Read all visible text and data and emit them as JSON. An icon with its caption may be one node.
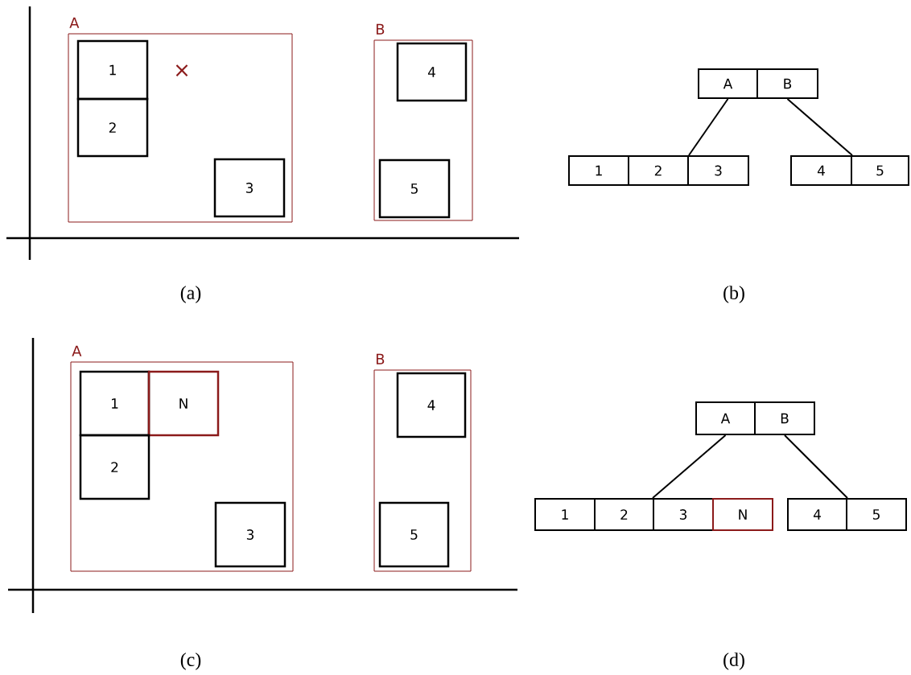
{
  "diagram": {
    "nodes": [
      {
        "text": [
          "A"
        ]
      },
      {
        "text": [
          "1"
        ],
        "in": 0
      },
      {
        "text": [
          "2"
        ],
        "in": 0
      },
      {
        "text": [
          "3"
        ],
        "in": 0
      },
      {
        "text": [
          "B"
        ]
      },
      {
        "text": [
          "4"
        ],
        "in": 4
      },
      {
        "text": [
          "5"
        ],
        "in": 4
      },
      {
        "text": [
          "A"
        ]
      },
      {
        "text": [
          "B"
        ]
      },
      {
        "text": [
          "1"
        ]
      },
      {
        "text": [
          "2"
        ]
      },
      {
        "text": [
          "3"
        ]
      },
      {
        "text": [
          "4"
        ]
      },
      {
        "text": [
          "5"
        ]
      },
      {
        "text": [
          "A"
        ]
      },
      {
        "text": [
          "1"
        ],
        "in": 14
      },
      {
        "text": [
          "N"
        ],
        "in": 14
      },
      {
        "text": [
          "2"
        ],
        "in": 14
      },
      {
        "text": [
          "3"
        ],
        "in": 14
      },
      {
        "text": [
          "B"
        ]
      },
      {
        "text": [
          "4"
        ],
        "in": 19
      },
      {
        "text": [
          "5"
        ],
        "in": 19
      },
      {
        "text": [
          "A"
        ]
      },
      {
        "text": [
          "B"
        ]
      },
      {
        "text": [
          "1"
        ]
      },
      {
        "text": [
          "2"
        ]
      },
      {
        "text": [
          "3"
        ]
      },
      {
        "text": [
          "N"
        ]
      },
      {
        "text": [
          "4"
        ]
      },
      {
        "text": [
          "5"
        ]
      }
    ],
    "edges": [
      {
        "from": 7,
        "to": 10,
        "arrow": "none"
      },
      {
        "from": 8,
        "to": 12,
        "arrow": "none"
      },
      {
        "from": 22,
        "to": 26,
        "arrow": "none"
      },
      {
        "from": 23,
        "to": 28,
        "arrow": "none"
      }
    ],
    "labels": [
      "×",
      "(a)",
      "(b)",
      "(c)",
      "(d)"
    ]
  }
}
